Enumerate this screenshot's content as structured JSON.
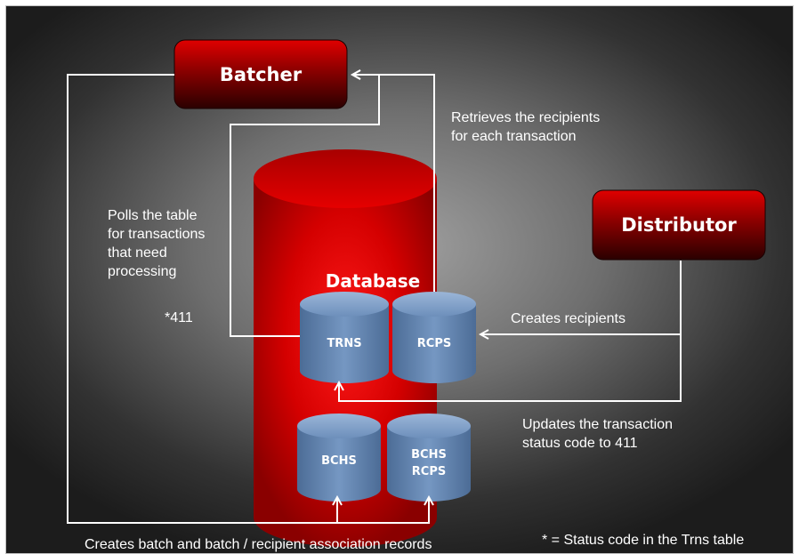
{
  "nodes": {
    "batcher": "Batcher",
    "distributor": "Distributor",
    "database": "Database",
    "trns": "TRNS",
    "rcps": "RCPS",
    "bchs": "BCHS",
    "bchs_rcps_line1": "BCHS",
    "bchs_rcps_line2": "RCPS"
  },
  "annotations": {
    "retrieves": "Retrieves the recipients\nfor each transaction",
    "polls": "Polls the table\nfor transactions\nthat need\nprocessing",
    "status_411": "*411",
    "creates_recipients": "Creates recipients",
    "updates": "Updates the transaction\nstatus code to 411",
    "creates_batch": "Creates batch and batch / recipient association records",
    "footnote": "* = Status code in the Trns table"
  },
  "colors": {
    "red": "#c00000",
    "dark_red": "#3a0000",
    "table_blue": "#5f82ad",
    "arrow": "#ffffff"
  }
}
